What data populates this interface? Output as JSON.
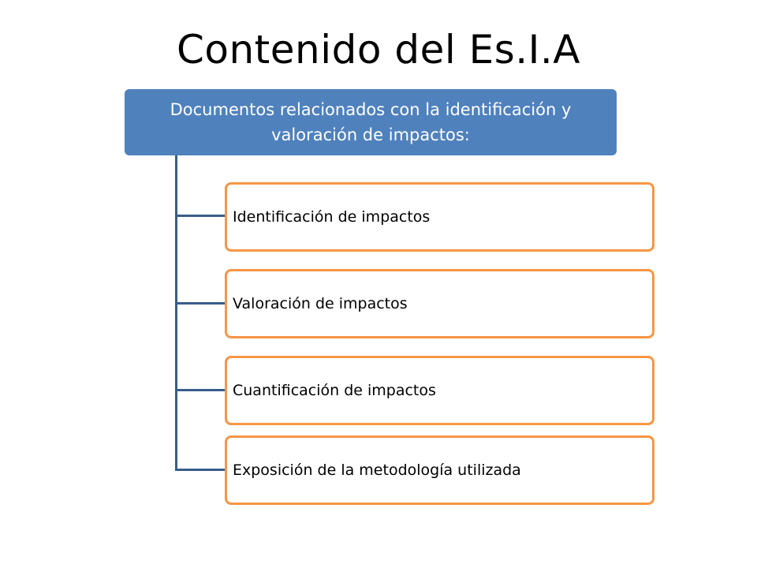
{
  "slide": {
    "title": "Contenido del Es.I.A"
  },
  "diagram": {
    "root_label": "Documentos relacionados con la identificación y valoración de impactos:",
    "children": [
      {
        "label": "Identificación de impactos"
      },
      {
        "label": "Valoración  de impactos"
      },
      {
        "label": "Cuantificación de impactos"
      },
      {
        "label": "Exposición de la metodología utilizada"
      }
    ]
  },
  "colors": {
    "root_fill": "#4f81bd",
    "root_text": "#ffffff",
    "child_border": "#f79646",
    "connector": "#385d8a"
  }
}
